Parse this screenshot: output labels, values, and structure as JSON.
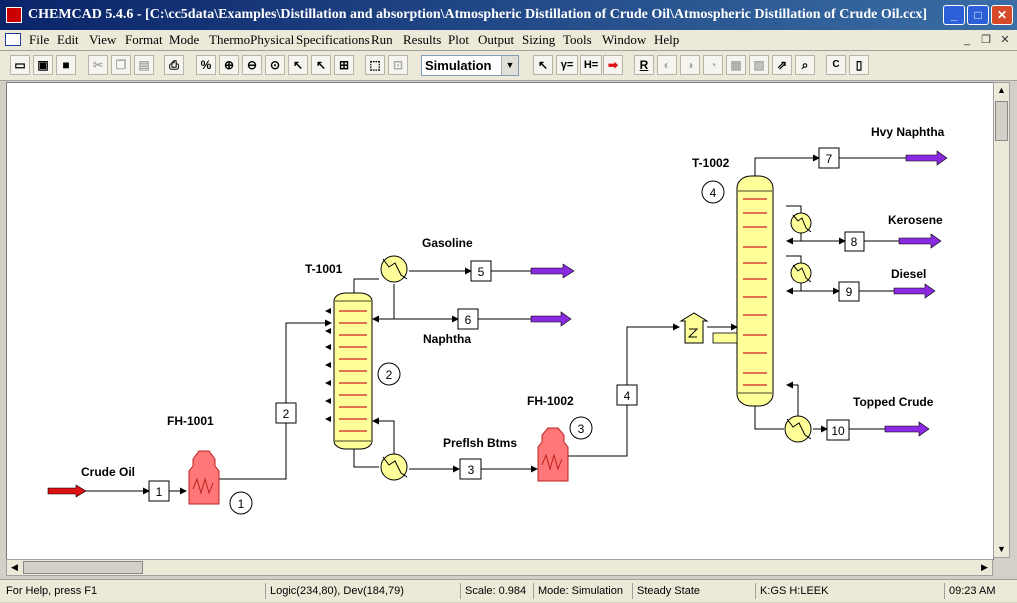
{
  "window": {
    "title": "CHEMCAD 5.4.6 - [C:\\cc5data\\Examples\\Distillation and absorption\\Atmospheric Distillation of Crude Oil\\Atmospheric Distillation of Crude Oil.ccx]",
    "minimize": "_",
    "maximize": "□",
    "close": "✕"
  },
  "menu": {
    "items": [
      "File",
      "Edit",
      "View",
      "Format",
      "Mode",
      "ThermoPhysical",
      "Specifications",
      "Run",
      "Results",
      "Plot",
      "Output",
      "Sizing",
      "Tools",
      "Window",
      "Help"
    ],
    "mdi_minimize": "_",
    "mdi_restore": "❐",
    "mdi_close": "✕"
  },
  "toolbar": {
    "mode_combo": "Simulation",
    "percent": "%",
    "gamma": "γ=",
    "h_eq": "H=",
    "report": "R",
    "cs": "C"
  },
  "flowsheet": {
    "units": {
      "fh1001": {
        "label": "FH-1001",
        "number": "1"
      },
      "t1001": {
        "label": "T-1001",
        "number": "2"
      },
      "fh1002": {
        "label": "FH-1002",
        "number": "3"
      },
      "t1002": {
        "label": "T-1002",
        "number": "4"
      }
    },
    "streams": [
      "1",
      "2",
      "3",
      "4",
      "5",
      "6",
      "7",
      "8",
      "9",
      "10"
    ],
    "labels": {
      "crude_oil": "Crude Oil",
      "gasoline": "Gasoline",
      "naphtha": "Naphtha",
      "preflsh_btms": "Preflsh Btms",
      "hvy_naphtha": "Hvy Naphtha",
      "kerosene": "Kerosene",
      "diesel": "Diesel",
      "topped_crude": "Topped Crude"
    },
    "colors": {
      "vessel": "#ffff99",
      "feed_arrow": "#dd1111",
      "product_arrow": "#8a2be2",
      "heater": "#ff7777",
      "tray": "#cc2222"
    }
  },
  "status": {
    "help": "For Help, press F1",
    "coords": "Logic(234,80), Dev(184,79)",
    "scale": "Scale: 0.984",
    "mode": "Mode: Simulation",
    "state": "Steady State",
    "keys": "K:GS H:LEEK",
    "time": "09:23 AM"
  }
}
